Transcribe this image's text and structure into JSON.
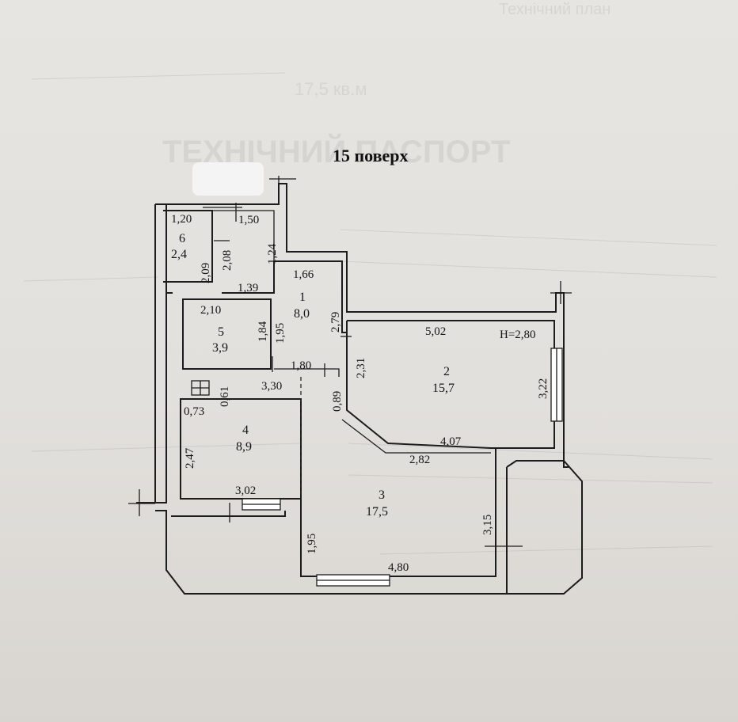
{
  "ghost_text": {
    "line1": "Технічний план",
    "line2": "17,5 кв.м",
    "line3": "ТЕХНІЧНИЙ ПАСПОРТ"
  },
  "title": "15 поверх",
  "height_label": "H=2,80",
  "rooms": [
    {
      "num": "1",
      "area": "8,0"
    },
    {
      "num": "2",
      "area": "15,7"
    },
    {
      "num": "3",
      "area": "17,5"
    },
    {
      "num": "4",
      "area": "8,9"
    },
    {
      "num": "5",
      "area": "3,9"
    },
    {
      "num": "6",
      "area": "2,4"
    }
  ],
  "dimensions": {
    "d120": "1,20",
    "d150": "1,50",
    "d124": "1,24",
    "d209": "2,09",
    "d208": "2,08",
    "d166": "1,66",
    "d139": "1,39",
    "d210": "2,10",
    "d279": "2,79",
    "d184": "1,84",
    "d195a": "1,95",
    "d502": "5,02",
    "d180": "1,80",
    "d231": "2,31",
    "d330": "3,30",
    "d061": "0,61",
    "d089": "0,89",
    "d322": "3,22",
    "d073": "0,73",
    "d407": "4,07",
    "d247": "2,47",
    "d282": "2,82",
    "d302": "3,02",
    "d315": "3,15",
    "d195b": "1,95",
    "d480": "4,80"
  }
}
